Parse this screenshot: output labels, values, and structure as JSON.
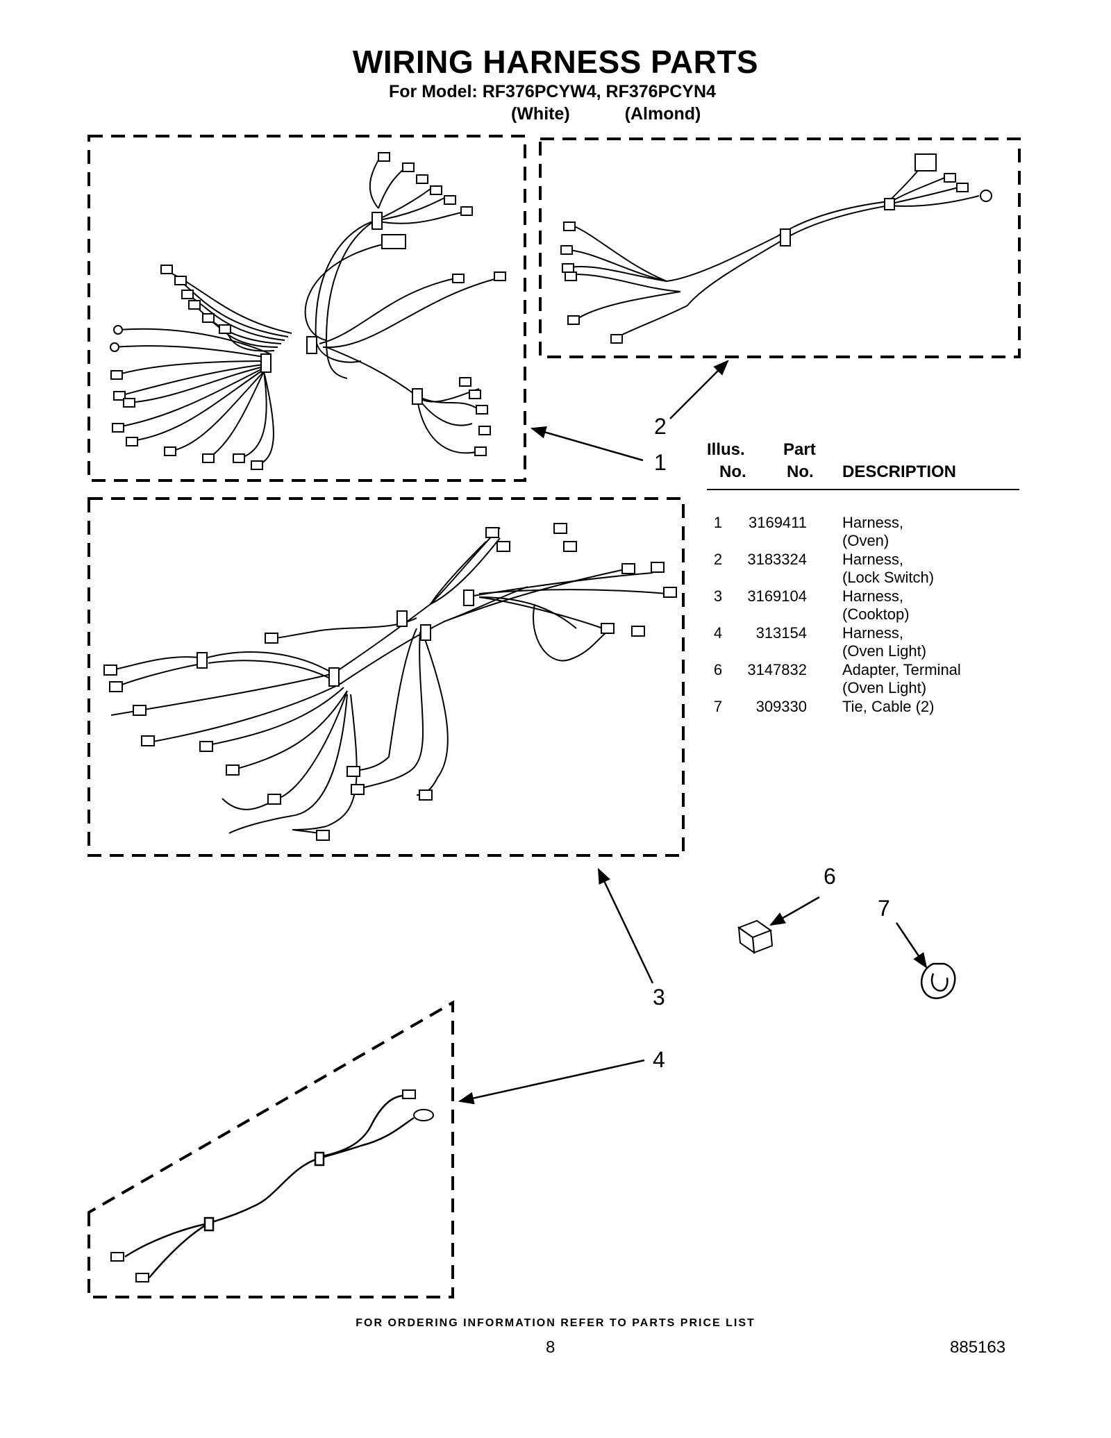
{
  "header": {
    "title": "WIRING HARNESS PARTS",
    "models": "For Model: RF376PCYW4, RF376PCYN4",
    "variant_white": "(White)",
    "variant_almond": "(Almond)"
  },
  "callouts": [
    "1",
    "2",
    "3",
    "4",
    "6",
    "7"
  ],
  "parts_table": {
    "col_illus_1": "Illus.",
    "col_illus_2": "No.",
    "col_part_1": "Part",
    "col_part_2": "No.",
    "col_desc": "DESCRIPTION",
    "rows": [
      {
        "illus": "1",
        "part": "3169411",
        "desc": "Harness,",
        "desc2": "(Oven)"
      },
      {
        "illus": "2",
        "part": "3183324",
        "desc": "Harness,",
        "desc2": "(Lock Switch)"
      },
      {
        "illus": "3",
        "part": "3169104",
        "desc": "Harness,",
        "desc2": "(Cooktop)"
      },
      {
        "illus": "4",
        "part": "313154",
        "desc": "Harness,",
        "desc2": "(Oven Light)"
      },
      {
        "illus": "6",
        "part": "3147832",
        "desc": "Adapter, Terminal",
        "desc2": "(Oven Light)"
      },
      {
        "illus": "7",
        "part": "309330",
        "desc": "Tie, Cable (2)",
        "desc2": ""
      }
    ]
  },
  "footer": {
    "ordering": "FOR ORDERING INFORMATION REFER TO PARTS PRICE LIST",
    "page_number": "8",
    "doc_number": "885163"
  }
}
